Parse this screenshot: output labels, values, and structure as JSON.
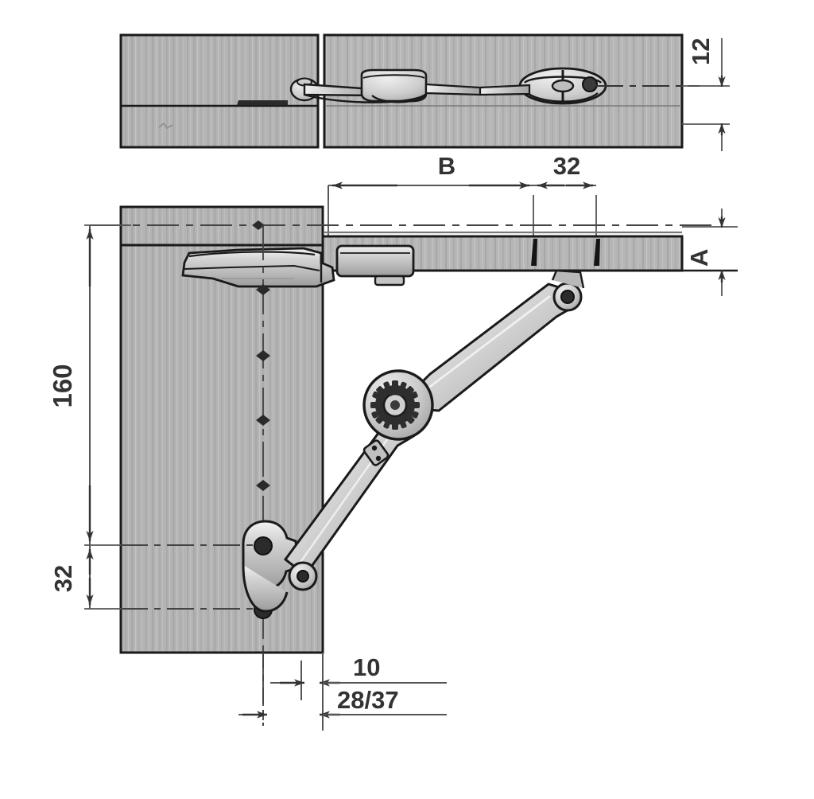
{
  "drawing": {
    "title": "Lid stay / flap hinge installation drawing",
    "type": "technical-engineering-drawing",
    "views": [
      {
        "name": "top-section-view",
        "position": "upper"
      },
      {
        "name": "front-elevation-view",
        "position": "lower"
      }
    ],
    "units": "mm"
  },
  "dimensions": {
    "thickness_12": "12",
    "letter_b": "B",
    "offset_32_top": "32",
    "letter_a": "A",
    "height_160": "160",
    "height_32_left": "32",
    "offset_10": "10",
    "offset_28_37": "28/37"
  },
  "colors": {
    "wood_fill": "#b4b4b4",
    "wood_grain_dark": "#9a9a9a",
    "wood_grain_light": "#c8c8c8",
    "metal_light": "#e8e8e8",
    "metal_mid": "#c0c0c0",
    "metal_dark": "#8a8a8a",
    "line": "#1a1a1a",
    "dim_line": "#555555",
    "text": "#333333",
    "background": "#ffffff"
  },
  "components": {
    "top_view_left_panel": "cabinet-side-panel-section",
    "top_view_right_panel": "cabinet-flap-panel-section",
    "top_view_hinge_cup": "hinge-cup",
    "top_view_pivot": "hinge-pivot-boss",
    "front_view_vertical_panel": "cabinet-side-panel",
    "front_view_horizontal_panel": "flap-door-panel",
    "mounting_plate_top": "hinge-mounting-plate",
    "mounting_plate_bottom": "stay-mounting-plate",
    "upper_arm": "upper-stay-arm",
    "lower_arm": "lower-stay-arm",
    "knuckle": "friction-gear-knuckle-joint",
    "gear": "serrated-gear",
    "dowels": "panel-dowel-markers"
  }
}
